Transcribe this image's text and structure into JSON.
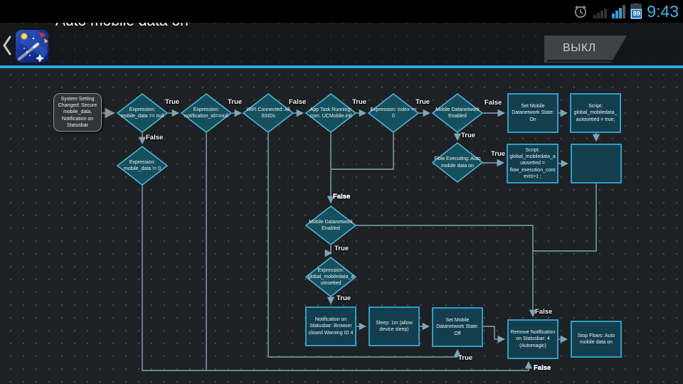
{
  "status_bar": {
    "time": "9:43",
    "battery_percent": "89"
  },
  "header": {
    "title": "Auto mobile data on",
    "toggle_label": "ВЫКЛ"
  },
  "flowchart": {
    "nodes": {
      "trigger": {
        "text": "System Setting Changed: Secure mobile_data, Notification on Statusbar"
      },
      "d_mobile_null": {
        "text": "Expression: mobile_data == null"
      },
      "d_notification": {
        "text": "Expression: notification_id==null"
      },
      "d_wifi": {
        "text": "WiFi Connected: All SSIDs"
      },
      "d_apptask": {
        "text": "App Task Running: com. UCMobile.intl"
      },
      "d_index": {
        "text": "Expression: index == 0"
      },
      "d_mdn_top": {
        "text": "Mobile Datanetwork Enabled"
      },
      "r_set_on": {
        "text": "Set Mobile Datanetwork State: On"
      },
      "r_script_true": {
        "text": "Script: global_mobiledata_autosetted = true;"
      },
      "d_mobile_not0": {
        "text": "Expression: mobile_data != 0"
      },
      "d_flow_exec": {
        "text": "Flow Executing: Auto mobile data on"
      },
      "r_script_ctx": {
        "text": "Script: global_mobiledata_autosetted = flow_execution_contexts>1 ;"
      },
      "r_empty": {
        "text": ""
      },
      "d_mdn_mid": {
        "text": "Mobile Datanetwork Enabled"
      },
      "d_autosetted": {
        "text": "Expression: global_mobiledata_autosetted"
      },
      "r_notification": {
        "text": "Notification on Statusbar: Browser closed Warning ID 4"
      },
      "r_sleep": {
        "text": "Sleep: 1m (allow device sleep)"
      },
      "r_set_off": {
        "text": "Set Mobile Datanetwork State: Off"
      },
      "r_remove_notif": {
        "text": "Remove Notification on Statusbar: 4 (Automagic)"
      },
      "r_stop_flows": {
        "text": "Stop Flows: Auto mobile data on"
      }
    },
    "labels": {
      "d1_true": "True",
      "d1_false": "False",
      "d2_true": "True",
      "d3_false": "False",
      "d4_true": "True",
      "d5_true": "True",
      "d6_false": "False",
      "d6_true": "True",
      "flow_true": "True",
      "apptask_false": "False",
      "mdnmid_true": "True",
      "autosetted_true": "True",
      "mdnmid_false": "False",
      "wifi_true": "True",
      "bottom_false": "False"
    },
    "colors": {
      "accent_blue": "#2fa9da",
      "node_fill": "#123e4d",
      "node_border": "#2f9ec7",
      "diamond_fill": "#15505f",
      "diamond_border": "#4fb4d6",
      "edge": "#7fa6b8"
    }
  }
}
